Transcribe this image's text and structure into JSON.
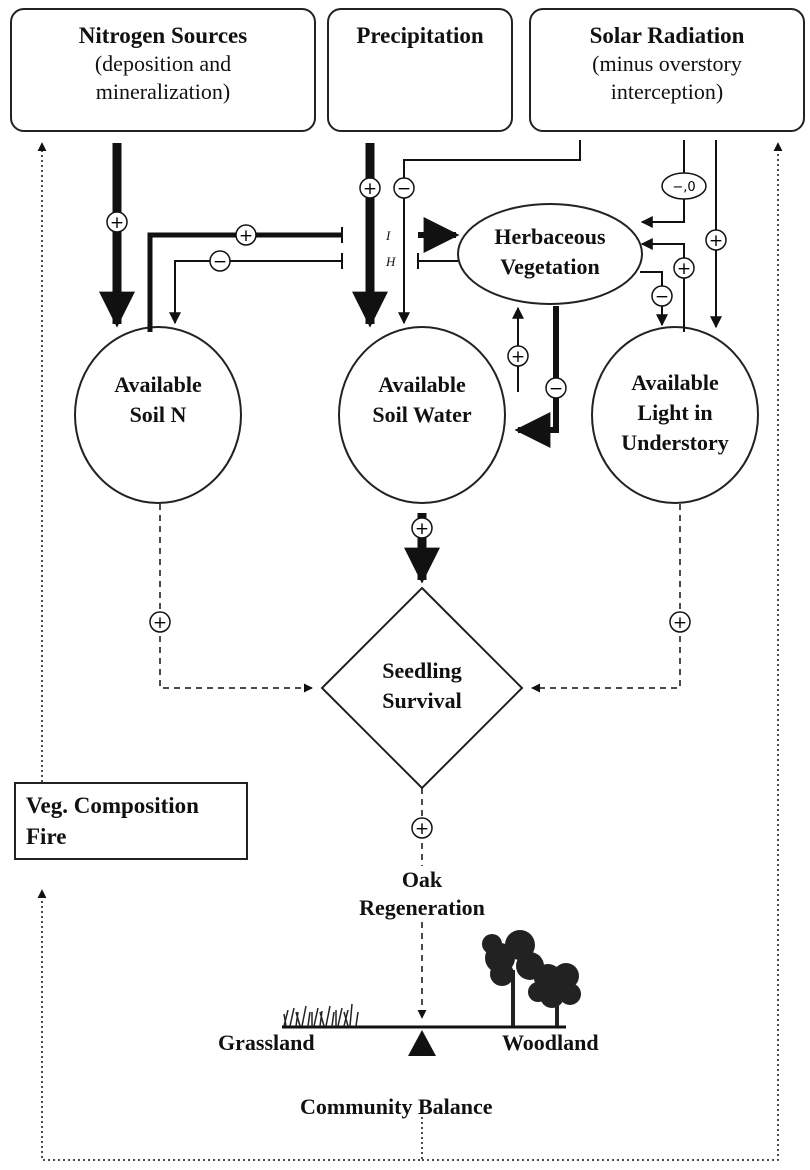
{
  "sources": {
    "nitrogen": {
      "title": "Nitrogen Sources",
      "sub1": "(deposition and",
      "sub2": "mineralization)"
    },
    "precipitation": {
      "title": "Precipitation"
    },
    "solar": {
      "title": "Solar Radiation",
      "sub1": "(minus overstory",
      "sub2": "interception)"
    }
  },
  "nodes": {
    "herbaceous": {
      "line1": "Herbaceous",
      "line2": "Vegetation"
    },
    "soil_n": {
      "line1": "Available",
      "line2": "Soil N"
    },
    "soil_water": {
      "line1": "Available",
      "line2": "Soil Water"
    },
    "light": {
      "line1": "Available",
      "line2": "Light in",
      "line3": "Understory"
    },
    "seedling": {
      "line1": "Seedling",
      "line2": "Survival"
    },
    "oak": {
      "line1": "Oak",
      "line2": "Regeneration"
    },
    "veg_fire": {
      "line1": "Veg. Composition",
      "line2": "Fire"
    }
  },
  "balance": {
    "left": "Grassland",
    "right": "Woodland",
    "caption": "Community Balance"
  },
  "signs": {
    "plus": "+",
    "minus": "−",
    "neutral": "−,0"
  },
  "flow_labels": {
    "i": "I",
    "h": "H"
  },
  "colors": {
    "ink": "#111111",
    "background": "#ffffff",
    "foliage": "#222222"
  }
}
